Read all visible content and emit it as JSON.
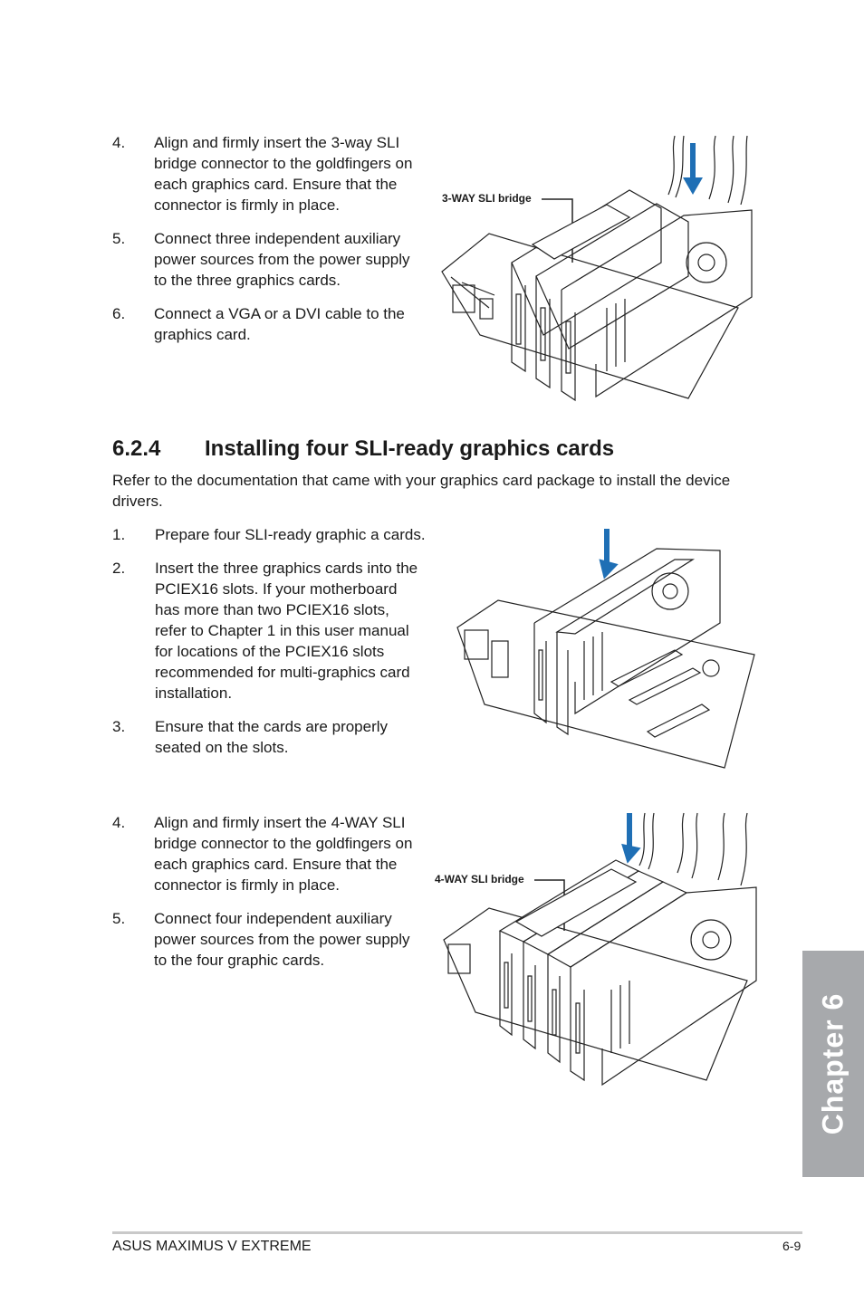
{
  "section1": {
    "steps": [
      {
        "num": "4.",
        "lines": [
          "Align and firmly insert the 3-way SLI",
          "bridge connector to the goldfingers on",
          "each graphics card. Ensure that the",
          "connector is firmly in place."
        ]
      },
      {
        "num": "5.",
        "lines": [
          "Connect three independent auxiliary",
          "power sources from the power supply",
          "to the three graphics cards."
        ]
      },
      {
        "num": "6.",
        "lines": [
          "Connect a VGA or a DVI cable to the",
          "graphics card."
        ]
      }
    ],
    "figure_callout": "3-WAY SLI bridge"
  },
  "section2": {
    "number": "6.2.4",
    "title": "Installing four SLI-ready graphics cards",
    "intro_lines": [
      "Refer to the documentation that came with your graphics card package to install the device",
      "drivers."
    ],
    "steps": [
      {
        "num": "1.",
        "lines": [
          "Prepare four SLI-ready graphic a cards."
        ]
      },
      {
        "num": "2.",
        "lines": [
          "Insert the three graphics cards into the",
          "PCIEX16 slots. If your motherboard",
          "has more than two PCIEX16 slots,",
          "refer to Chapter 1 in this user manual",
          "for locations of the PCIEX16 slots",
          "recommended for multi-graphics card",
          "installation."
        ]
      },
      {
        "num": "3.",
        "lines": [
          "Ensure that the cards are properly",
          "seated on the slots."
        ]
      }
    ],
    "steps_b": [
      {
        "num": "4.",
        "lines": [
          "Align and firmly insert the 4-WAY SLI",
          "bridge connector to the goldfingers on",
          "each graphics card. Ensure that the",
          "connector is firmly in place."
        ]
      },
      {
        "num": "5.",
        "lines": [
          "Connect four independent auxiliary",
          "power sources from the power supply",
          "to the four graphic cards."
        ]
      }
    ],
    "figure_callout": "4-WAY SLI bridge"
  },
  "side_tab": "Chapter 6",
  "footer": {
    "product": "ASUS MAXIMUS V EXTREME",
    "page": "6-9"
  },
  "colors": {
    "arrow": "#1f6fb5",
    "tab": "#a7a9ac"
  }
}
